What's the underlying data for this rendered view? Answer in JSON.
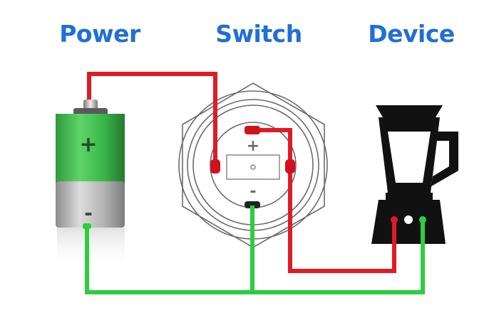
{
  "headings": {
    "power": "Power",
    "switch": "Switch",
    "device": "Device"
  },
  "battery": {
    "positive_symbol": "+",
    "negative_symbol": "-"
  },
  "switch": {
    "positive_symbol": "+",
    "negative_symbol": "-"
  },
  "colors": {
    "heading": "#1f6fd6",
    "wire_positive": "#e01b24",
    "wire_negative": "#2ecc40",
    "battery_top": "#3bb54a",
    "battery_bottom": "#a9a9a9",
    "device": "#111111"
  }
}
